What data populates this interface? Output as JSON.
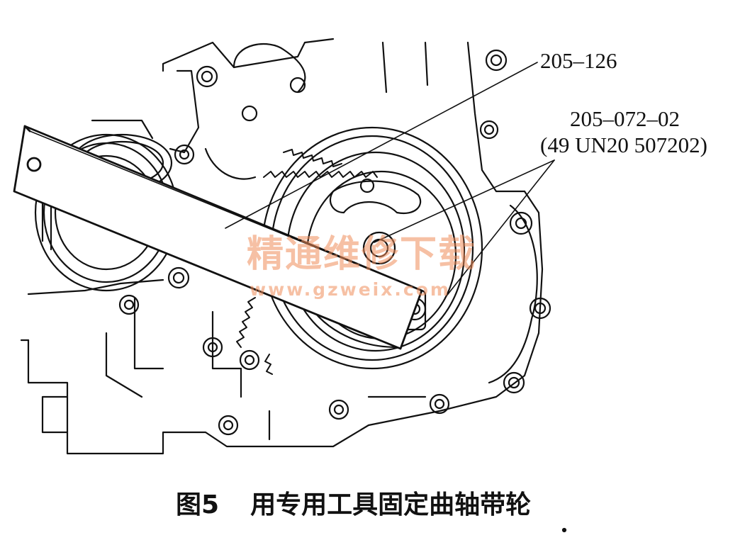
{
  "labels": {
    "tool": "205–126",
    "holder": "205–072–02",
    "holder_alt": "(49 UN20 507202)"
  },
  "watermark": {
    "chinese": "精通维修下载",
    "url": "www.gzweix.com"
  },
  "caption": {
    "figure_number": "图5",
    "text": "用专用工具固定曲轴带轮"
  },
  "colors": {
    "line": "#111111",
    "background": "#ffffff",
    "watermark": "#ee8c5a"
  }
}
